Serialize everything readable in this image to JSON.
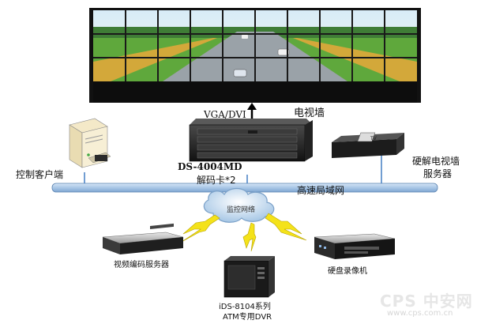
{
  "labels": {
    "video_wall": "电视墙",
    "vga_dvi": "VGA/DVI",
    "decoder_model": "DS-4004MD",
    "decoder_card": "解码卡*2",
    "control_client": "控制客户端",
    "hw_server_line1": "硬解电视墙",
    "hw_server_line2": "服务器",
    "lan": "高速局域网",
    "monitor_net": "监控网络",
    "encoder_server": "视频编码服务器",
    "dvr_line1": "iDS-8104系列",
    "dvr_line2": "ATM专用DVR",
    "recorder": "硬盘录像机",
    "watermark_brand": "CPS 中安网",
    "watermark_url": "www.cps.com.cn"
  },
  "icons": {
    "video_wall": "video-wall-display-icon",
    "decoder": "decoder-chassis-icon",
    "client": "desktop-computer-icon",
    "hw_server": "rack-server-icon",
    "cloud": "network-cloud-icon",
    "encoder": "encoder-server-icon",
    "dvr": "atm-dvr-icon",
    "recorder": "nvr-recorder-icon",
    "lightning": "lightning-link-icon"
  },
  "colors": {
    "lan_bar": "#aecbe8",
    "lan_border": "#5a82b0",
    "link_line": "#4f86c6",
    "lightning": "#f4e21a",
    "device_dark": "#2a2a2a",
    "road": "#9aa2a8",
    "grass": "#5fa83c"
  }
}
